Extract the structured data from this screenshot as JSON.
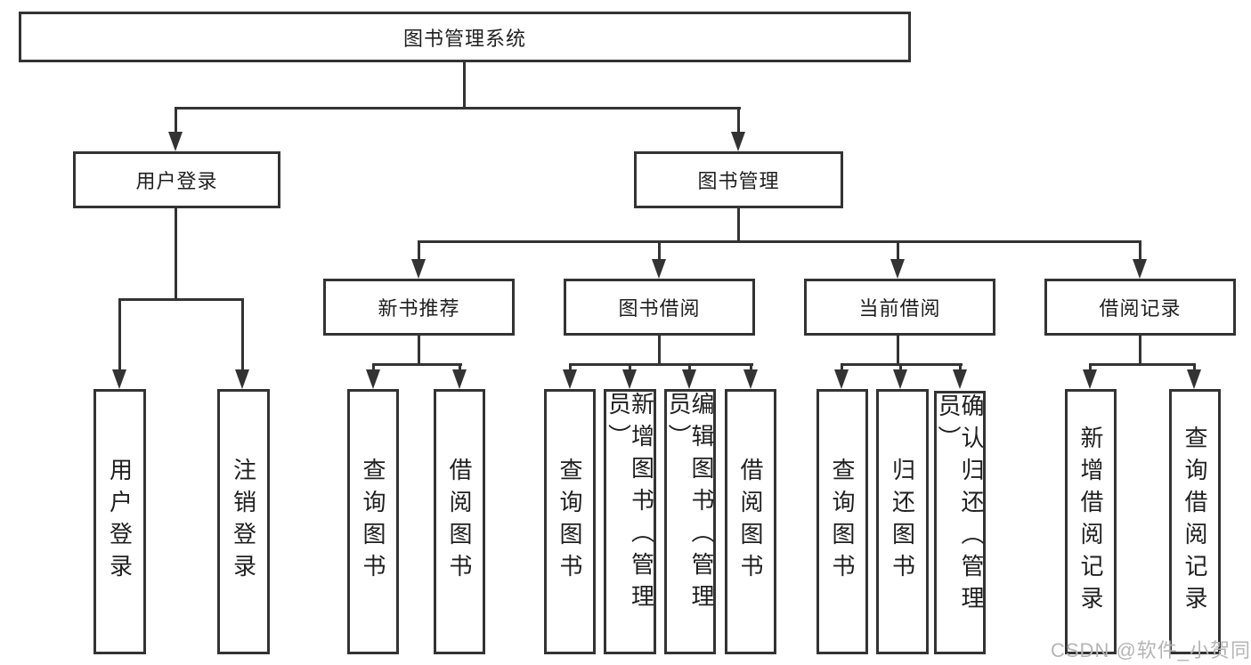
{
  "title": "图书管理系统",
  "nodes": {
    "root": "图书管理系统",
    "user_login": "用户登录",
    "book_management": "图书管理",
    "new_book_recommend": "新书推荐",
    "book_borrowing": "图书借阅",
    "current_borrowing": "当前借阅",
    "borrowing_records": "借阅记录",
    "leaf_user_login": "用户登录",
    "leaf_logout": "注销登录",
    "leaf_nb_query_books": "查询图书",
    "leaf_nb_borrow_books": "借阅图书",
    "leaf_bb_query_books": "查询图书",
    "leaf_bb_add_books": "新增图书（管理员）",
    "leaf_bb_edit_books": "编辑图书（管理员）",
    "leaf_bb_borrow_books": "借阅图书",
    "leaf_cb_query_books": "查询图书",
    "leaf_cb_return_books": "归还图书",
    "leaf_cb_confirm_return": "确认归还（管理员）",
    "leaf_br_add_record": "新增借阅记录",
    "leaf_br_query_record": "查询借阅记录"
  },
  "watermark": "CSDN @软件_小贺同学",
  "colors": {
    "line": "#333333",
    "text": "#1f1f1f",
    "background": "#ffffff",
    "watermark": "#b5b5b5"
  }
}
